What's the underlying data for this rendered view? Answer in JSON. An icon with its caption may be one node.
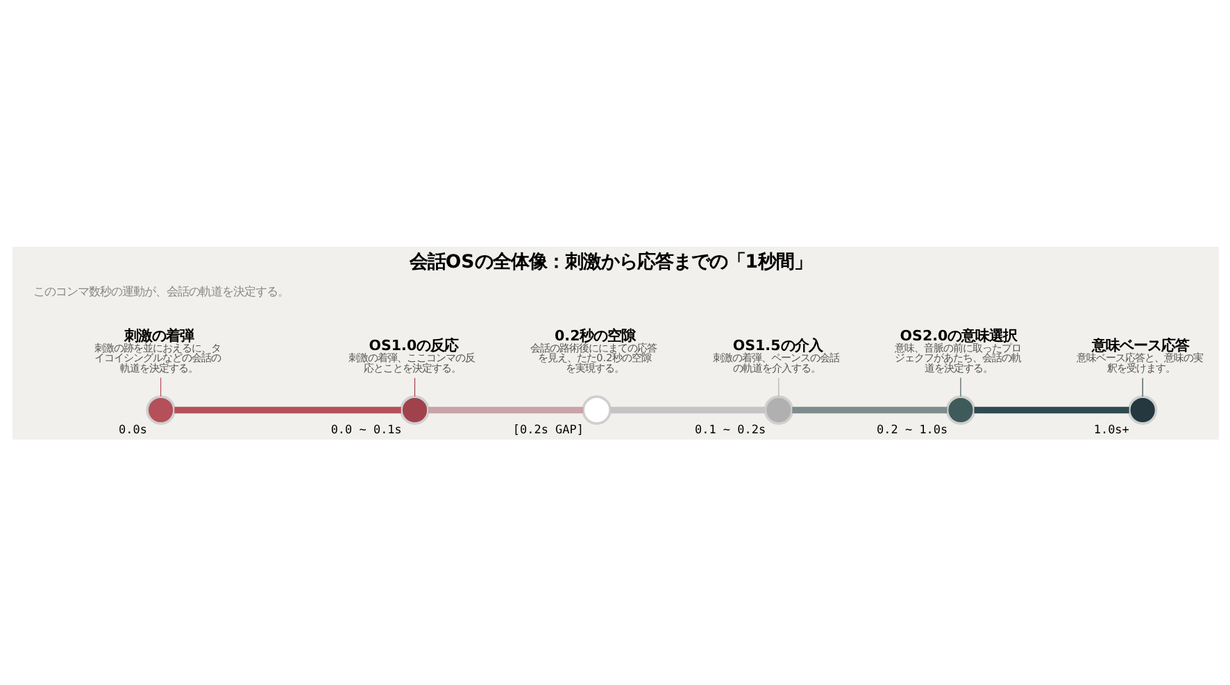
{
  "diagram": {
    "title": "会話OSの全体像：刺激から応答までの「1秒間」",
    "nodes": [
      {
        "text": [],
        "shape": "circle",
        "beside": [
          "0.0s"
        ]
      },
      {
        "text": [],
        "shape": "circle",
        "beside": [
          "0.0 ~ 0.1s"
        ]
      },
      {
        "text": [],
        "shape": "circle",
        "beside": [
          "[0.2s GAP]"
        ]
      },
      {
        "text": [],
        "shape": "circle",
        "beside": [
          "0.1 ~ 0.2s"
        ]
      },
      {
        "text": [],
        "shape": "circle",
        "beside": [
          "0.2 ~ 1.0s"
        ]
      },
      {
        "text": [],
        "shape": "circle",
        "beside": [
          "1.0s+"
        ]
      },
      {
        "text": [
          "刺激の着弾",
          "刺激の跡を並におえるに、タイコイシングルなどの会話の軌道を決定する。"
        ]
      },
      {
        "text": [
          "OS1.0の反応",
          "刺激の着弾、ここコンマの反応とことを決定する。"
        ]
      },
      {
        "text": [
          "0.2秒の空隙",
          "会話の路術後ににまての応答を見え、たた0.2秒の空隙を実現する。"
        ]
      },
      {
        "text": [
          "OS1.5の介入",
          "刺激の着弾、ペーンスの会話の軌道を介入する。"
        ]
      },
      {
        "text": [
          "OS2.0の意味選択",
          "意味、音脈の前に取ったプロジェクフがあたち、会話の軌道を決定する。"
        ]
      },
      {
        "text": [
          "意味ベース応答",
          "意味ベース応答と、意味の実釈を受けます。"
        ]
      }
    ],
    "edges": [
      {
        "from": 0,
        "to": 1,
        "arrow": "none",
        "style": "thick",
        "color": "#b5505a"
      },
      {
        "from": 1,
        "to": 2,
        "arrow": "none",
        "style": "thick",
        "color": "#c9a3a7"
      },
      {
        "from": 2,
        "to": 3,
        "arrow": "none",
        "style": "thick",
        "color": "#c4c4c4"
      },
      {
        "from": 3,
        "to": 4,
        "arrow": "none",
        "style": "thick",
        "color": "#7d8c8c"
      },
      {
        "from": 4,
        "to": 5,
        "arrow": "none",
        "style": "thick",
        "color": "#2f4a50"
      },
      {
        "from": 6,
        "to": 0,
        "arrow": "none",
        "color": "#b5505a"
      },
      {
        "from": 7,
        "to": 1,
        "arrow": "none",
        "color": "#a0424c"
      },
      {
        "from": 9,
        "to": 3,
        "arrow": "none",
        "color": "#b0b0b0"
      },
      {
        "from": 10,
        "to": 4,
        "arrow": "none",
        "color": "#4a5f5f"
      },
      {
        "from": 11,
        "to": 5,
        "arrow": "none",
        "color": "#2f4a50"
      }
    ],
    "labels": [
      "このコンマ数秒の運動が、会話の軌道を決定する。"
    ]
  }
}
